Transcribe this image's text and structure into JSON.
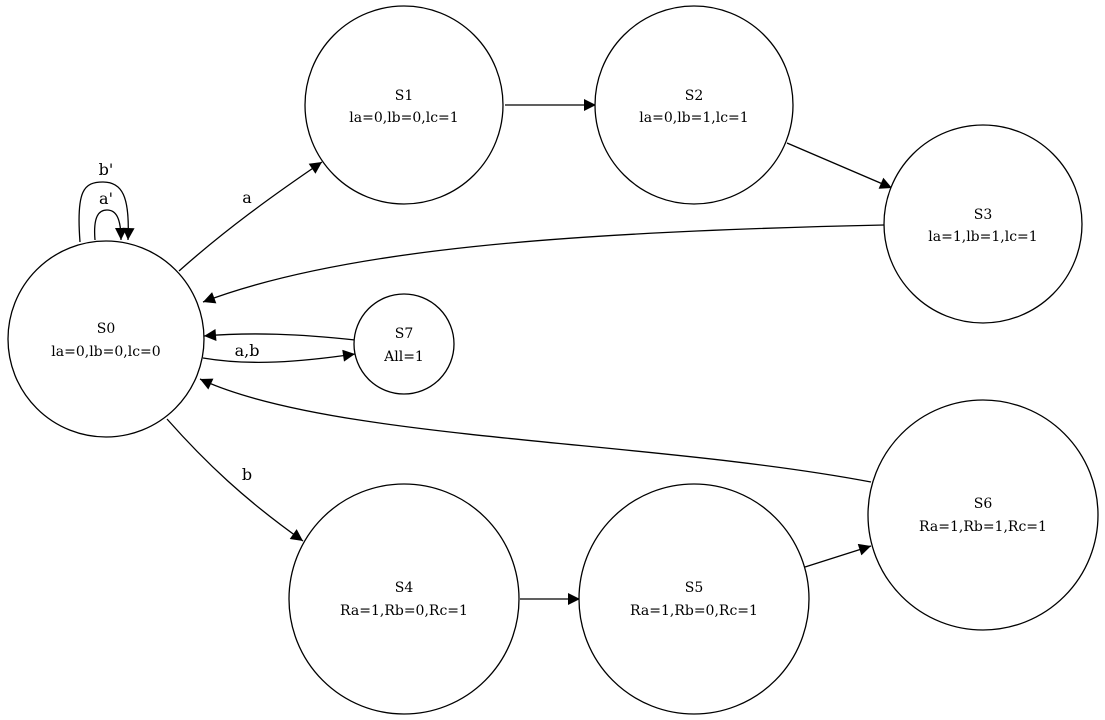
{
  "states": {
    "s0": {
      "name": "S0",
      "outputs": "la=0,lb=0,lc=0"
    },
    "s1": {
      "name": "S1",
      "outputs": "la=0,lb=0,lc=1"
    },
    "s2": {
      "name": "S2",
      "outputs": "la=0,lb=1,lc=1"
    },
    "s3": {
      "name": "S3",
      "outputs": "la=1,lb=1,lc=1"
    },
    "s4": {
      "name": "S4",
      "outputs": "Ra=1,Rb=0,Rc=1"
    },
    "s5": {
      "name": "S5",
      "outputs": "Ra=1,Rb=0,Rc=1"
    },
    "s6": {
      "name": "S6",
      "outputs": "Ra=1,Rb=1,Rc=1"
    },
    "s7": {
      "name": "S7",
      "outputs": "All=1"
    }
  },
  "transitions": {
    "s0_self_outer": {
      "from": "S0",
      "to": "S0",
      "label": "b'"
    },
    "s0_self_inner": {
      "from": "S0",
      "to": "S0",
      "label": "a'"
    },
    "s0_to_s1": {
      "from": "S0",
      "to": "S1",
      "label": "a"
    },
    "s0_to_s4": {
      "from": "S0",
      "to": "S4",
      "label": "b"
    },
    "s0_to_s7": {
      "from": "S0",
      "to": "S7",
      "label": "a,b"
    },
    "s7_to_s0": {
      "from": "S7",
      "to": "S0",
      "label": ""
    },
    "s1_to_s2": {
      "from": "S1",
      "to": "S2",
      "label": ""
    },
    "s2_to_s3": {
      "from": "S2",
      "to": "S3",
      "label": ""
    },
    "s3_to_s0": {
      "from": "S3",
      "to": "S0",
      "label": ""
    },
    "s4_to_s5": {
      "from": "S4",
      "to": "S5",
      "label": ""
    },
    "s5_to_s6": {
      "from": "S5",
      "to": "S6",
      "label": ""
    },
    "s6_to_s0": {
      "from": "S6",
      "to": "S0",
      "label": ""
    }
  }
}
